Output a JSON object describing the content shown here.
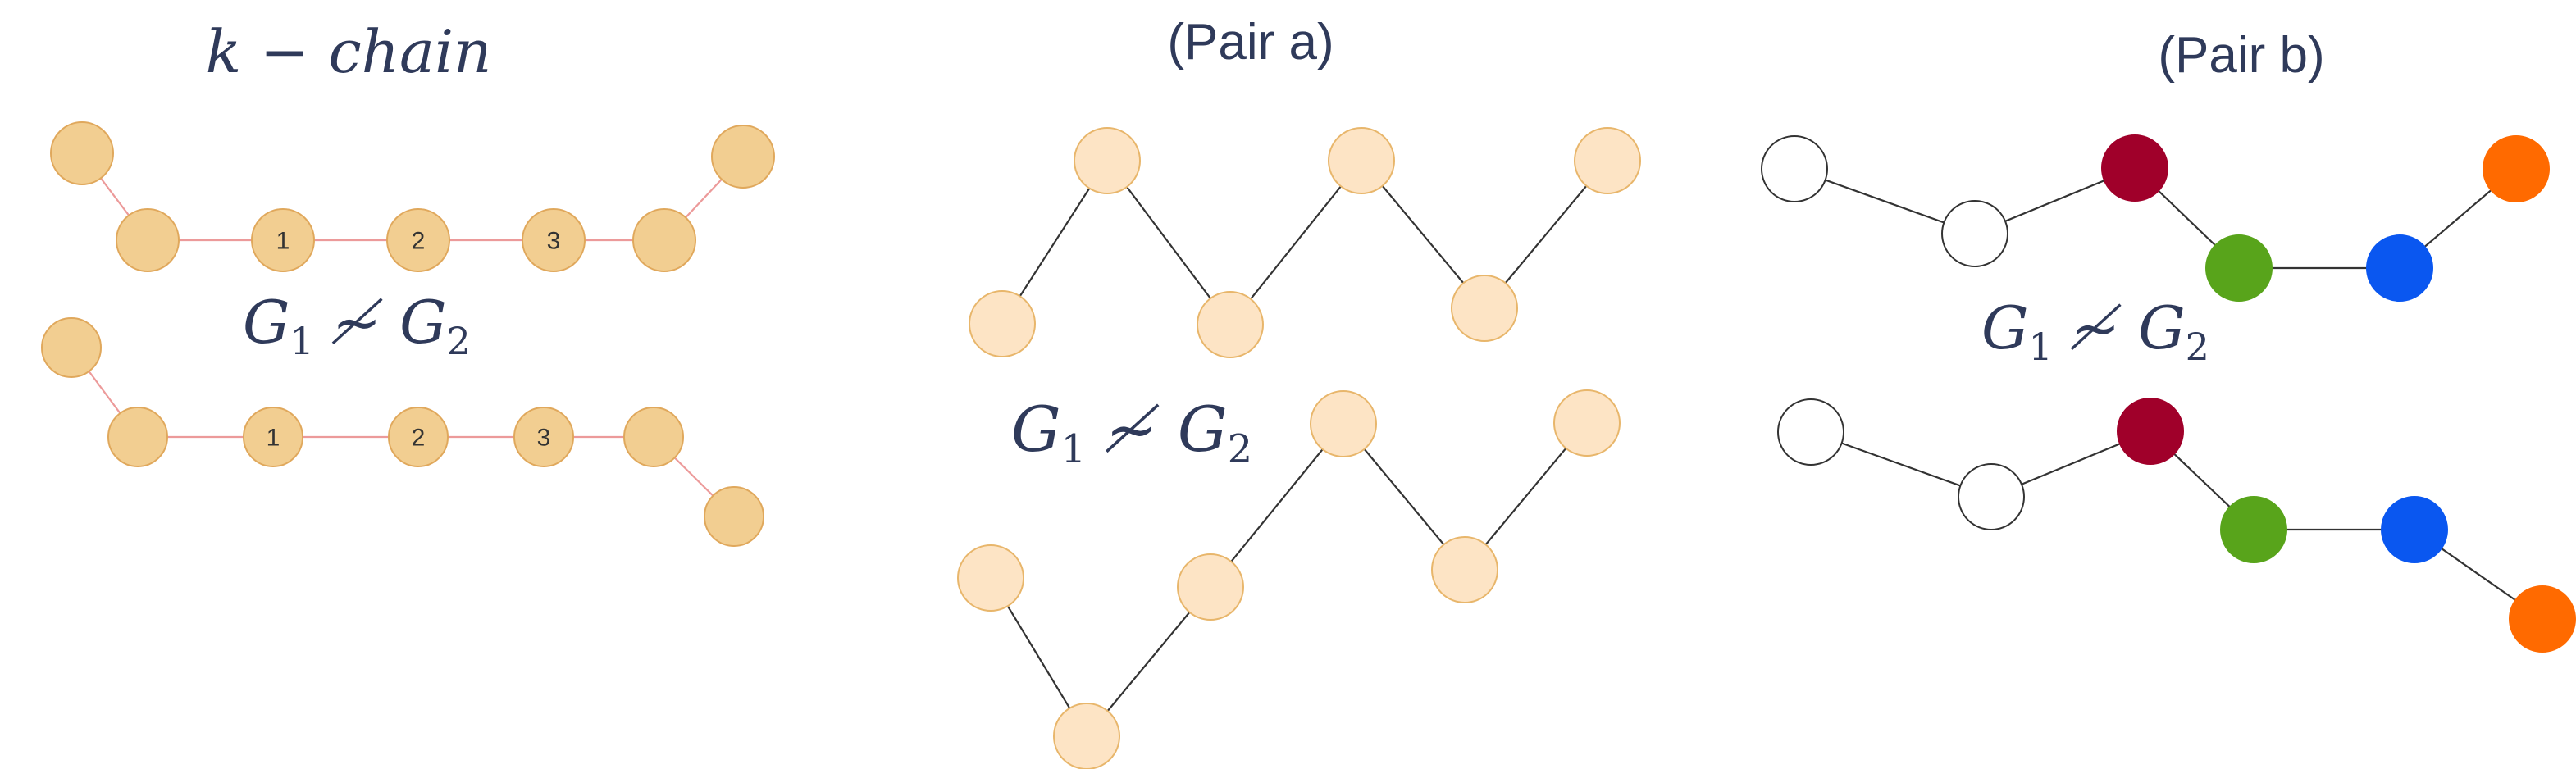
{
  "titles": {
    "kchain": "k − chain",
    "pair_a": "(Pair a)",
    "pair_b": "(Pair b)"
  },
  "relation": {
    "g": "G",
    "sub1": "1",
    "sub2": "2",
    "symbol": "≁"
  },
  "colors": {
    "kchain_fill": "#f2ce91",
    "kchain_stroke": "#e0a85c",
    "kchain_edge": "#ec9a9a",
    "paira_fill": "#fde4c5",
    "paira_stroke": "#e8b66b",
    "dark_edge": "#333333",
    "white_node": "#ffffff",
    "red_node": "#a0002a",
    "green_node": "#58a41b",
    "blue_node": "#0a57f0",
    "orange_node": "#ff6a00"
  },
  "kchain_labels": [
    "1",
    "2",
    "3"
  ]
}
